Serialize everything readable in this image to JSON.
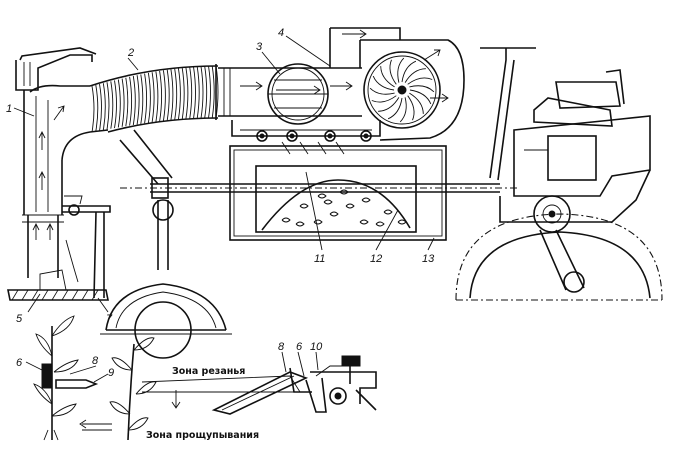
{
  "labels": {
    "n1": "1",
    "n2": "2",
    "n3": "3",
    "n4": "4",
    "n5": "5",
    "n6": "6",
    "n7": "7",
    "n8": "8",
    "n9": "9",
    "n11": "11",
    "n12": "12",
    "n13": "13",
    "n6b": "6",
    "n8b": "8",
    "n10": "10"
  },
  "zones": {
    "cutting": "Зона резанья",
    "probing": "Зона прощупывания"
  }
}
